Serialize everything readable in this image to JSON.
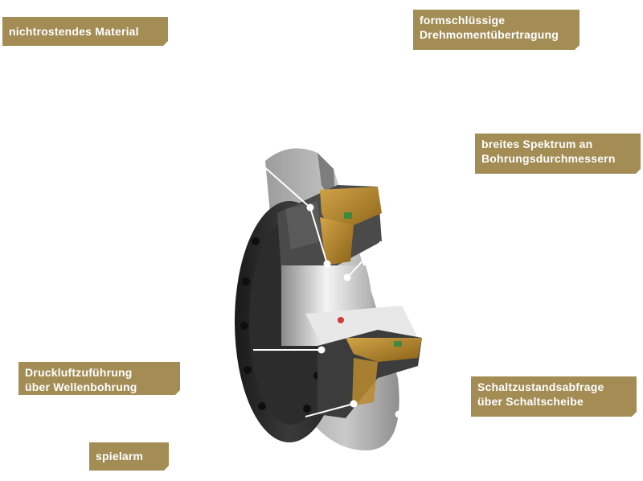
{
  "labels": {
    "material": [
      "nichtrostendes Material"
    ],
    "torque": [
      "formschlüssige",
      "Drehmomentübertragung"
    ],
    "bore": [
      "breites Spektrum an",
      "Bohrungsdurchmessern"
    ],
    "air": [
      "Druckluftzuführung",
      "über Wellenbohrung"
    ],
    "switch": [
      "Schaltzustandsabfrage",
      "über Schaltscheibe"
    ],
    "backlash": [
      "spielarm"
    ]
  },
  "colors": {
    "label_background": "#a38d55",
    "label_text": "#ffffff",
    "leader_line": "#ffffff",
    "steel": "#bdbdbd",
    "dark_body": "#2a2a2a",
    "brass": "#b98b2e"
  }
}
